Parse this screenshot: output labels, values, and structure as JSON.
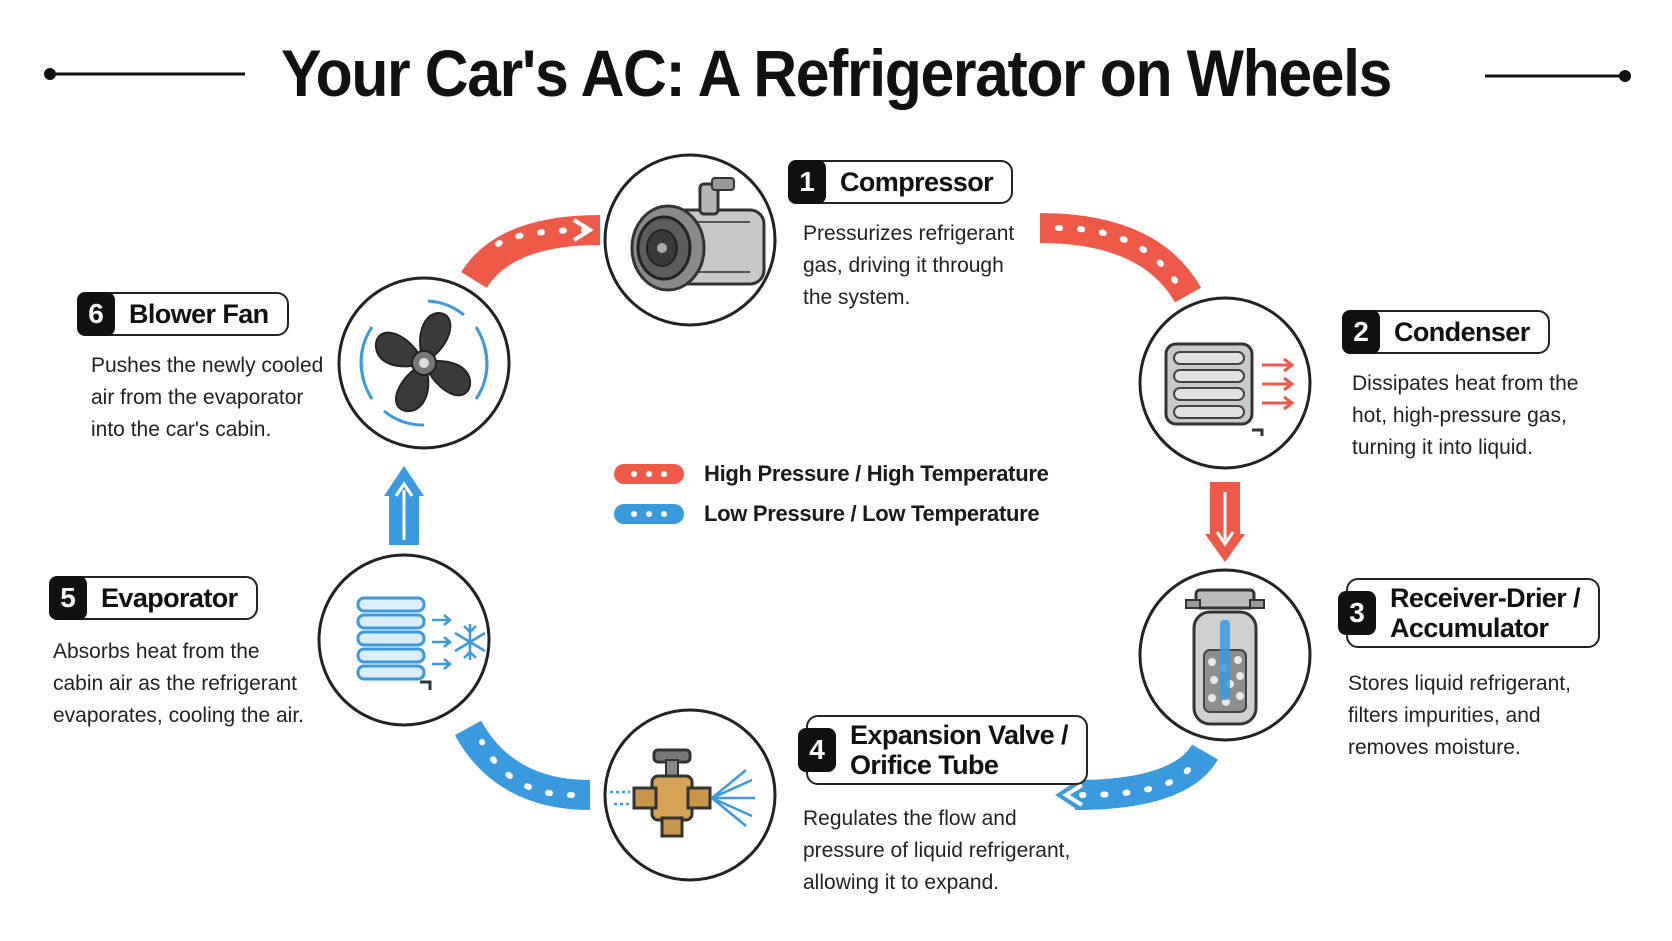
{
  "title": "Your Car's AC: A Refrigerator on Wheels",
  "colors": {
    "high": "#ef5a48",
    "low": "#3a9ae0",
    "ink": "#222222"
  },
  "legend": {
    "high_label": "High Pressure / High Temperature",
    "low_label": "Low Pressure / Low Temperature"
  },
  "steps": [
    {
      "number": "1",
      "name": "Compressor",
      "description": "Pressurizes refrigerant\ngas, driving it through\nthe system.",
      "icon": "compressor-icon"
    },
    {
      "number": "2",
      "name": "Condenser",
      "description": "Dissipates heat from the\nhot, high-pressure gas,\nturning it into liquid.",
      "icon": "condenser-icon"
    },
    {
      "number": "3",
      "name": "Receiver-Drier /\nAccumulator",
      "description": "Stores liquid refrigerant,\nfilters impurities, and\nremoves moisture.",
      "icon": "receiver-drier-icon"
    },
    {
      "number": "4",
      "name": "Expansion Valve /\nOrifice Tube",
      "description": "Regulates the flow and\npressure of liquid refrigerant,\nallowing it to expand.",
      "icon": "expansion-valve-icon"
    },
    {
      "number": "5",
      "name": "Evaporator",
      "description": "Absorbs heat from the\ncabin air as the refrigerant\nevaporates, cooling the air.",
      "icon": "evaporator-icon"
    },
    {
      "number": "6",
      "name": "Blower Fan",
      "description": "Pushes the newly cooled\nair from the evaporator\ninto the car's cabin.",
      "icon": "blower-fan-icon"
    }
  ]
}
